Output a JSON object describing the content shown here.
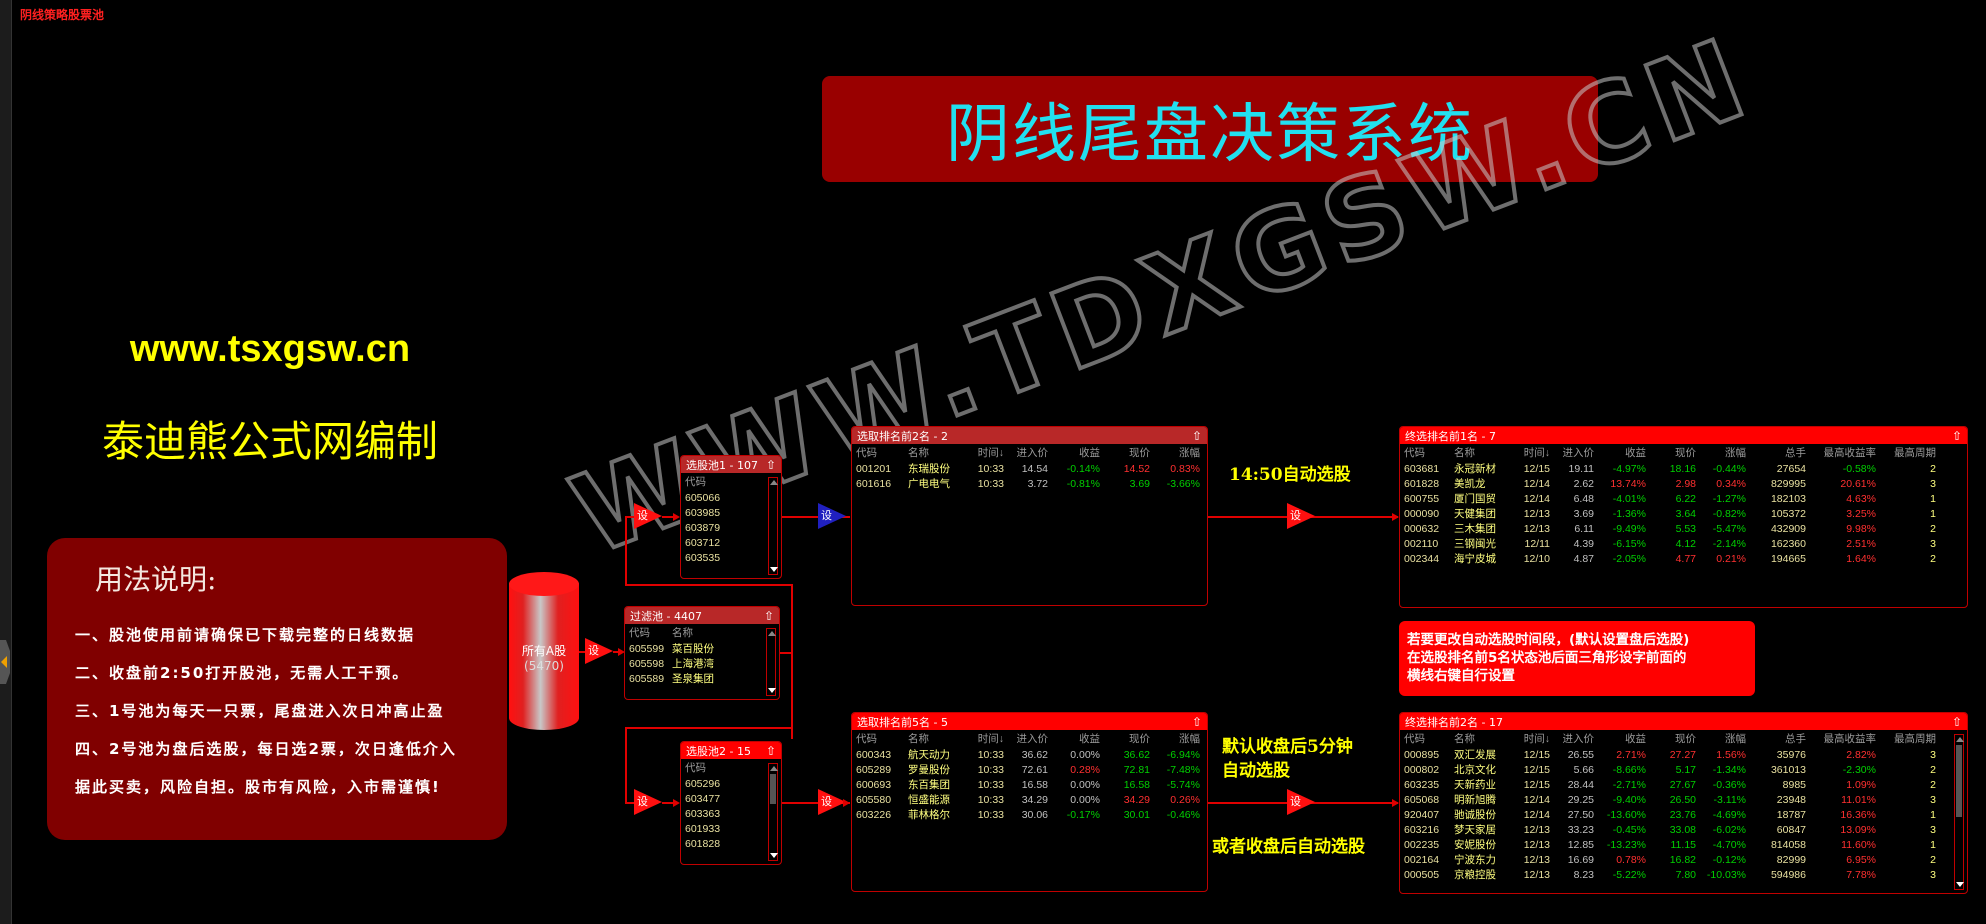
{
  "window": {
    "title": "阴线策略股票池"
  },
  "banner": {
    "title": "阴线尾盘决策系统"
  },
  "branding": {
    "site": "www.tsxgsw.cn",
    "author": "泰迪熊公式网编制",
    "watermark": "WWW.TDXGSW.CN"
  },
  "usage": {
    "heading": "用法说明:",
    "lines": [
      "一、股池使用前请确保已下载完整的日线数据",
      "二、收盘前2:50打开股池，无需人工干预。",
      "三、1号池为每天一只票，尾盘进入次日冲高止盈",
      "四、2号池为盘后选股，每日选2票，次日逢低介入",
      "据此买卖，风险自担。股市有风险，入市需谨慎!"
    ]
  },
  "source": {
    "label": "所有A股",
    "count": "(5470)"
  },
  "set_label": "设",
  "icons": {
    "collapse": "⇧"
  },
  "filter_pool": {
    "title": "过滤池 - 4407",
    "columns": [
      "代码",
      "名称"
    ],
    "rows": [
      [
        "605599",
        "菜百股份"
      ],
      [
        "605598",
        "上海港湾"
      ],
      [
        "605589",
        "圣泉集团"
      ]
    ]
  },
  "pool1": {
    "title": "选股池1 - 107",
    "columns": [
      "代码"
    ],
    "rows": [
      "605066",
      "603985",
      "603879",
      "603712",
      "603535"
    ]
  },
  "pool2": {
    "title": "选股池2 - 15",
    "columns": [
      "代码"
    ],
    "rows": [
      "605296",
      "603477",
      "603363",
      "601933",
      "601828"
    ]
  },
  "rank_top2": {
    "title": "选取排名前2名 - 2",
    "columns": [
      "代码",
      "名称",
      "时间↓",
      "进入价",
      "收益",
      "现价",
      "涨幅"
    ],
    "rows": [
      {
        "code": "001201",
        "name": "东瑞股份",
        "time": "10:33",
        "entry": "14.54",
        "gain": "-0.14%",
        "gain_dir": "dn",
        "price": "14.52",
        "price_dir": "up",
        "chg": "0.83%",
        "chg_dir": "up"
      },
      {
        "code": "601616",
        "name": "广电电气",
        "time": "10:33",
        "entry": "3.72",
        "gain": "-0.81%",
        "gain_dir": "dn",
        "price": "3.69",
        "price_dir": "dn",
        "chg": "-3.66%",
        "chg_dir": "dn"
      }
    ]
  },
  "rank_top5": {
    "title": "选取排名前5名 - 5",
    "columns": [
      "代码",
      "名称",
      "时间↓",
      "进入价",
      "收益",
      "现价",
      "涨幅"
    ],
    "rows": [
      {
        "code": "600343",
        "name": "航天动力",
        "time": "10:33",
        "entry": "36.62",
        "gain": "0.00%",
        "gain_dir": "flat",
        "price": "36.62",
        "price_dir": "dn",
        "chg": "-6.94%",
        "chg_dir": "dn"
      },
      {
        "code": "605289",
        "name": "罗曼股份",
        "time": "10:33",
        "entry": "72.61",
        "gain": "0.28%",
        "gain_dir": "up",
        "price": "72.81",
        "price_dir": "dn",
        "chg": "-7.48%",
        "chg_dir": "dn"
      },
      {
        "code": "600693",
        "name": "东百集团",
        "time": "10:33",
        "entry": "16.58",
        "gain": "0.00%",
        "gain_dir": "flat",
        "price": "16.58",
        "price_dir": "dn",
        "chg": "-5.74%",
        "chg_dir": "dn"
      },
      {
        "code": "605580",
        "name": "恒盛能源",
        "time": "10:33",
        "entry": "34.29",
        "gain": "0.00%",
        "gain_dir": "flat",
        "price": "34.29",
        "price_dir": "up",
        "chg": "0.26%",
        "chg_dir": "up"
      },
      {
        "code": "603226",
        "name": "菲林格尔",
        "time": "10:33",
        "entry": "30.06",
        "gain": "-0.17%",
        "gain_dir": "dn",
        "price": "30.01",
        "price_dir": "dn",
        "chg": "-0.46%",
        "chg_dir": "dn"
      }
    ]
  },
  "final_top1": {
    "title": "终选排名前1名 - 7",
    "columns": [
      "代码",
      "名称",
      "时间↓",
      "进入价",
      "收益",
      "现价",
      "涨幅",
      "总手",
      "最高收益率",
      "最高周期"
    ],
    "rows": [
      {
        "code": "603681",
        "name": "永冠新材",
        "time": "12/15",
        "entry": "19.11",
        "gain": "-4.97%",
        "gain_dir": "dn",
        "price": "18.16",
        "price_dir": "dn",
        "chg": "-0.44%",
        "chg_dir": "dn",
        "vol": "27654",
        "maxr": "-0.58%",
        "maxr_dir": "dn",
        "per": "2"
      },
      {
        "code": "601828",
        "name": "美凯龙",
        "time": "12/14",
        "entry": "2.62",
        "gain": "13.74%",
        "gain_dir": "up",
        "price": "2.98",
        "price_dir": "up",
        "chg": "0.34%",
        "chg_dir": "up",
        "vol": "829995",
        "maxr": "20.61%",
        "maxr_dir": "up",
        "per": "3"
      },
      {
        "code": "600755",
        "name": "厦门国贸",
        "time": "12/14",
        "entry": "6.48",
        "gain": "-4.01%",
        "gain_dir": "dn",
        "price": "6.22",
        "price_dir": "dn",
        "chg": "-1.27%",
        "chg_dir": "dn",
        "vol": "182103",
        "maxr": "4.63%",
        "maxr_dir": "up",
        "per": "1"
      },
      {
        "code": "000090",
        "name": "天健集团",
        "time": "12/13",
        "entry": "3.69",
        "gain": "-1.36%",
        "gain_dir": "dn",
        "price": "3.64",
        "price_dir": "dn",
        "chg": "-0.82%",
        "chg_dir": "dn",
        "vol": "105372",
        "maxr": "3.25%",
        "maxr_dir": "up",
        "per": "1"
      },
      {
        "code": "000632",
        "name": "三木集团",
        "time": "12/13",
        "entry": "6.11",
        "gain": "-9.49%",
        "gain_dir": "dn",
        "price": "5.53",
        "price_dir": "dn",
        "chg": "-5.47%",
        "chg_dir": "dn",
        "vol": "432909",
        "maxr": "9.98%",
        "maxr_dir": "up",
        "per": "2"
      },
      {
        "code": "002110",
        "name": "三钢闽光",
        "time": "12/11",
        "entry": "4.39",
        "gain": "-6.15%",
        "gain_dir": "dn",
        "price": "4.12",
        "price_dir": "dn",
        "chg": "-2.14%",
        "chg_dir": "dn",
        "vol": "162360",
        "maxr": "2.51%",
        "maxr_dir": "up",
        "per": "3"
      },
      {
        "code": "002344",
        "name": "海宁皮城",
        "time": "12/10",
        "entry": "4.87",
        "gain": "-2.05%",
        "gain_dir": "dn",
        "price": "4.77",
        "price_dir": "up",
        "chg": "0.21%",
        "chg_dir": "up",
        "vol": "194665",
        "maxr": "1.64%",
        "maxr_dir": "up",
        "per": "2"
      }
    ]
  },
  "final_top2": {
    "title": "终选排名前2名 - 17",
    "columns": [
      "代码",
      "名称",
      "时间↓",
      "进入价",
      "收益",
      "现价",
      "涨幅",
      "总手",
      "最高收益率",
      "最高周期"
    ],
    "rows": [
      {
        "code": "000895",
        "name": "双汇发展",
        "time": "12/15",
        "entry": "26.55",
        "gain": "2.71%",
        "gain_dir": "up",
        "price": "27.27",
        "price_dir": "up",
        "chg": "1.56%",
        "chg_dir": "up",
        "vol": "35976",
        "maxr": "2.82%",
        "maxr_dir": "up",
        "per": "3"
      },
      {
        "code": "000802",
        "name": "北京文化",
        "time": "12/15",
        "entry": "5.66",
        "gain": "-8.66%",
        "gain_dir": "dn",
        "price": "5.17",
        "price_dir": "dn",
        "chg": "-1.34%",
        "chg_dir": "dn",
        "vol": "361013",
        "maxr": "-2.30%",
        "maxr_dir": "dn",
        "per": "2"
      },
      {
        "code": "603235",
        "name": "天新药业",
        "time": "12/15",
        "entry": "28.44",
        "gain": "-2.71%",
        "gain_dir": "dn",
        "price": "27.67",
        "price_dir": "dn",
        "chg": "-0.36%",
        "chg_dir": "dn",
        "vol": "8985",
        "maxr": "1.09%",
        "maxr_dir": "up",
        "per": "2"
      },
      {
        "code": "605068",
        "name": "明新旭腾",
        "time": "12/14",
        "entry": "29.25",
        "gain": "-9.40%",
        "gain_dir": "dn",
        "price": "26.50",
        "price_dir": "dn",
        "chg": "-3.11%",
        "chg_dir": "dn",
        "vol": "23948",
        "maxr": "11.01%",
        "maxr_dir": "up",
        "per": "3"
      },
      {
        "code": "920407",
        "name": "驰诚股份",
        "time": "12/14",
        "entry": "27.50",
        "gain": "-13.60%",
        "gain_dir": "dn",
        "price": "23.76",
        "price_dir": "dn",
        "chg": "-4.69%",
        "chg_dir": "dn",
        "vol": "18787",
        "maxr": "16.36%",
        "maxr_dir": "up",
        "per": "1"
      },
      {
        "code": "603216",
        "name": "梦天家居",
        "time": "12/13",
        "entry": "33.23",
        "gain": "-0.45%",
        "gain_dir": "dn",
        "price": "33.08",
        "price_dir": "dn",
        "chg": "-6.02%",
        "chg_dir": "dn",
        "vol": "60847",
        "maxr": "13.09%",
        "maxr_dir": "up",
        "per": "3"
      },
      {
        "code": "002235",
        "name": "安妮股份",
        "time": "12/13",
        "entry": "12.85",
        "gain": "-13.23%",
        "gain_dir": "dn",
        "price": "11.15",
        "price_dir": "dn",
        "chg": "-4.70%",
        "chg_dir": "dn",
        "vol": "814058",
        "maxr": "11.60%",
        "maxr_dir": "up",
        "per": "1"
      },
      {
        "code": "002164",
        "name": "宁波东力",
        "time": "12/13",
        "entry": "16.69",
        "gain": "0.78%",
        "gain_dir": "up",
        "price": "16.82",
        "price_dir": "dn",
        "chg": "-0.12%",
        "chg_dir": "dn",
        "vol": "82999",
        "maxr": "6.95%",
        "maxr_dir": "up",
        "per": "2"
      },
      {
        "code": "000505",
        "name": "京粮控股",
        "time": "12/13",
        "entry": "8.23",
        "gain": "-5.22%",
        "gain_dir": "dn",
        "price": "7.80",
        "price_dir": "dn",
        "chg": "-10.03%",
        "chg_dir": "dn",
        "vol": "594986",
        "maxr": "7.78%",
        "maxr_dir": "up",
        "per": "3"
      }
    ]
  },
  "labels": {
    "auto_1450": "14:50自动选股",
    "default_after_close_1": "默认收盘后5分钟",
    "default_after_close_2": "自动选股",
    "or_after_close": "或者收盘后自动选股"
  },
  "notice": {
    "lines": [
      "若要更改自动选股时间段，(默认设置盘后选股)",
      "在选股排名前5名状态池后面三角形设字前面的",
      "横线右键自行设置"
    ]
  },
  "colors": {
    "up": "#ff3030",
    "down": "#00d000",
    "flat": "#c0c0c0",
    "accent": "#ff0000",
    "banner_bg": "#990000",
    "banner_text": "#22e0f0",
    "highlight_text": "#ffff00"
  }
}
